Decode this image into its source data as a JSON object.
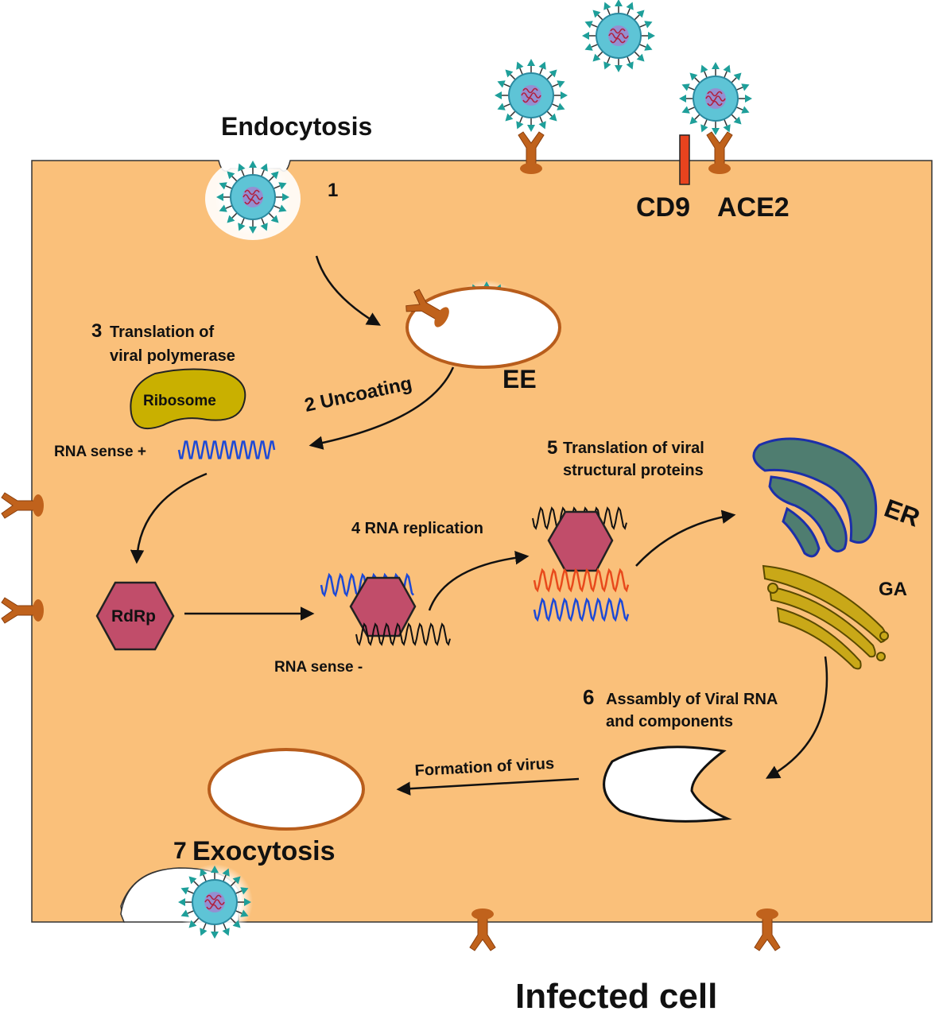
{
  "labels": {
    "endocytosis": "Endocytosis",
    "step1_number": "1",
    "cd9": "CD9",
    "ace2": "ACE2",
    "ee": "EE",
    "step2": "2 Uncoating",
    "step3_number": "3",
    "step3_line1": "Translation of",
    "step3_line2": "viral polymerase",
    "ribosome": "Ribosome",
    "rna_sense_plus": "RNA sense +",
    "rdrp": "RdRp",
    "step4": "4 RNA replication",
    "rna_sense_minus": "RNA sense -",
    "step5_number": "5",
    "step5_line1": "Translation of viral",
    "step5_line2": "structural proteins",
    "er": "ER",
    "ga": "GA",
    "step6_number": "6",
    "step6_line1": "Assambly of Viral RNA",
    "step6_line2": "and components",
    "formation": "Formation of virus",
    "step7_number": "7",
    "exocytosis": "Exocytosis",
    "infected_cell": "Infected cell"
  },
  "colors": {
    "cell_fill": "#fac07a",
    "receptor": "#c0621c",
    "cd9_bar": "#e8431e",
    "virus_body": "#5ec4d6",
    "spike": "#1e9f9a",
    "rdrp": "#c14d6a",
    "ribosome": "#c9b000",
    "rna_plus": "#1d49d6",
    "rna_new": "#e84a1c",
    "er": "#4f7d70",
    "ga": "#c9a818",
    "vesicle_border": "#b85d1c"
  },
  "icons": [
    "virion-icon",
    "ace2-receptor-icon",
    "cd9-marker-icon",
    "ribosome-icon",
    "rdrp-hexagon-icon",
    "rna-strand-icon",
    "er-icon",
    "golgi-icon"
  ]
}
